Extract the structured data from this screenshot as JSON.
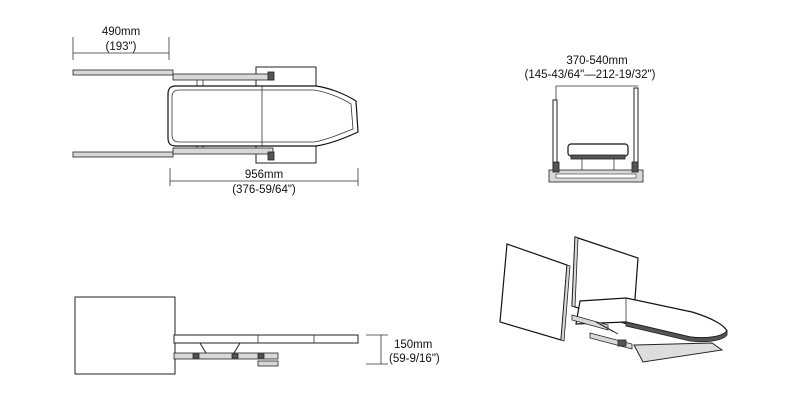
{
  "dimensions": {
    "top_slide_mm": "490mm",
    "top_slide_in": "(193\")",
    "board_length_mm": "956mm",
    "board_length_in": "(376-59/64\")",
    "cabinet_width_mm": "370-540mm",
    "cabinet_width_in": "(145-43/64\"—212-19/32\")",
    "height_mm": "150mm",
    "height_in": "(59-9/16\")"
  }
}
